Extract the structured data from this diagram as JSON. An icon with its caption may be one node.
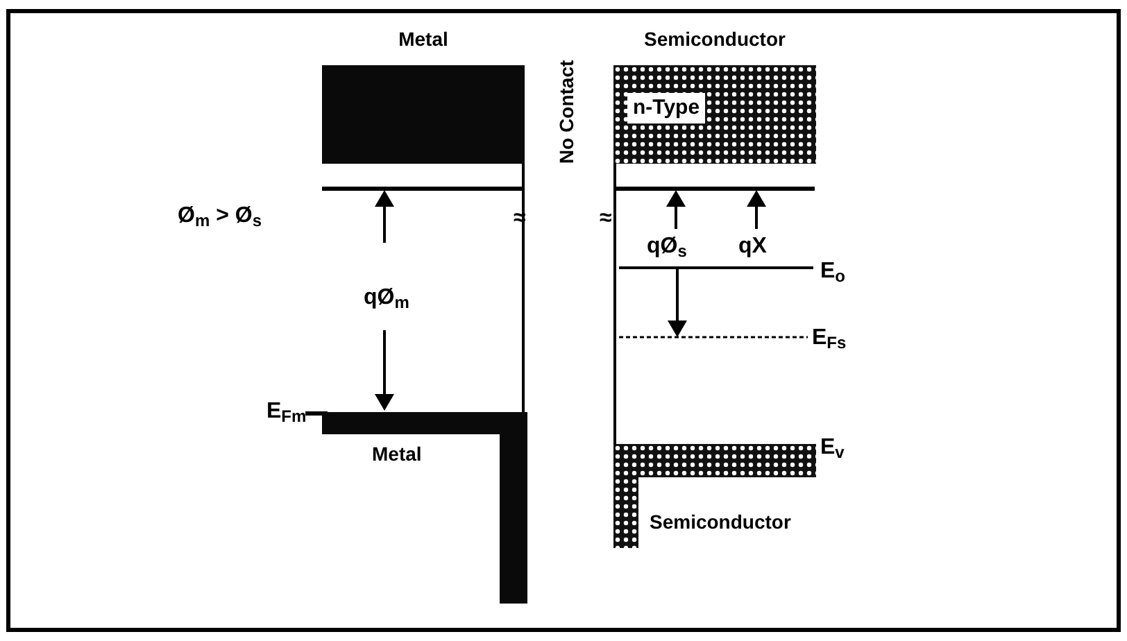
{
  "diagram": {
    "nodes": [
      {
        "text": [
          "Metal"
        ]
      },
      {
        "text": [
          "Semiconductor",
          "n-Type"
        ]
      },
      {
        "text": [
          "Metal"
        ]
      },
      {
        "text": [
          "Semiconductor"
        ]
      }
    ],
    "edges": [
      {
        "from": 0,
        "to": 2,
        "arrow": "none"
      },
      {
        "from": 1,
        "to": 3,
        "arrow": "none"
      }
    ],
    "labels": [
      "No Contact",
      "Ø$_{m}$ > Ø$_{s}$",
      "≈",
      "≈",
      "qØ$_{s}$",
      "qX",
      "E$_{o}$",
      "qØ$_{m}$",
      "E$_{Fs}$",
      "E$_{Fm}$",
      "E$_{v}$"
    ]
  }
}
